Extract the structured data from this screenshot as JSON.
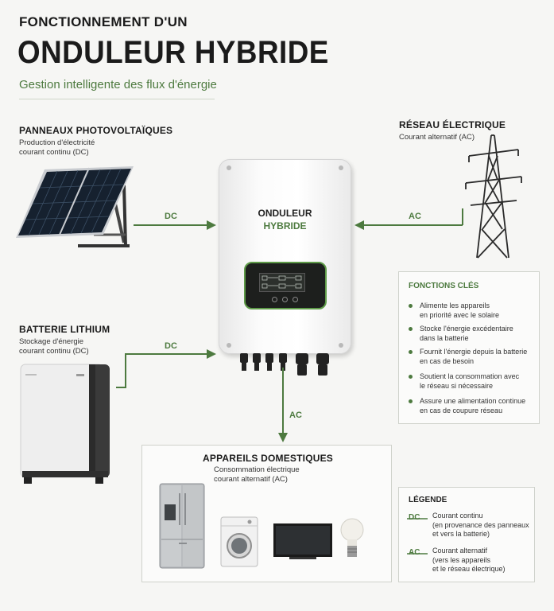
{
  "header": {
    "kicker": "FONCTIONNEMENT D'UN",
    "title": "ONDULEUR HYBRIDE",
    "subtitle": "Gestion intelligente des flux d'énergie"
  },
  "solar": {
    "title": "PANNEAUX PHOTOVOLTAÏQUES",
    "line1": "Production d'électricité",
    "line2": "courant continu (DC)"
  },
  "grid": {
    "title": "RÉSEAU ÉLECTRIQUE",
    "line1": "Courant alternatif (AC)"
  },
  "battery": {
    "title": "BATTERIE LITHIUM",
    "line1": "Stockage d'énergie",
    "line2": "courant continu (DC)"
  },
  "inverter": {
    "line1": "ONDULEUR",
    "line2": "HYBRIDE"
  },
  "flows": {
    "solar": "DC",
    "grid": "AC",
    "battery": "DC",
    "appliances": "AC"
  },
  "appliances": {
    "title": "APPAREILS DOMESTIQUES",
    "line1": "Consommation électrique",
    "line2": "courant alternatif (AC)"
  },
  "functions": {
    "title": "FONCTIONS CLÉS",
    "items": [
      {
        "l1": "Alimente les appareils",
        "l2": "en priorité avec le solaire"
      },
      {
        "l1": "Stocke l'énergie excédentaire",
        "l2": "dans la batterie"
      },
      {
        "l1": "Fournit l'énergie depuis la batterie",
        "l2": "en cas de besoin"
      },
      {
        "l1": "Soutient la consommation avec",
        "l2": "le réseau si nécessaire"
      },
      {
        "l1": "Assure une alimentation continue",
        "l2": "en cas de coupure réseau"
      }
    ]
  },
  "legend": {
    "title": "LÉGENDE",
    "dc_symbol": "DC",
    "dc_l1": "Courant continu",
    "dc_l2": "(en provenance des panneaux",
    "dc_l3": "et vers la batterie)",
    "ac_symbol": "AC",
    "ac_l1": "Courant alternatif",
    "ac_l2": "(vers les appareils",
    "ac_l3": "et le réseau électrique)"
  },
  "colors": {
    "accent": "#4d7a3f",
    "background": "#f6f6f4",
    "text": "#1b1b1b"
  }
}
